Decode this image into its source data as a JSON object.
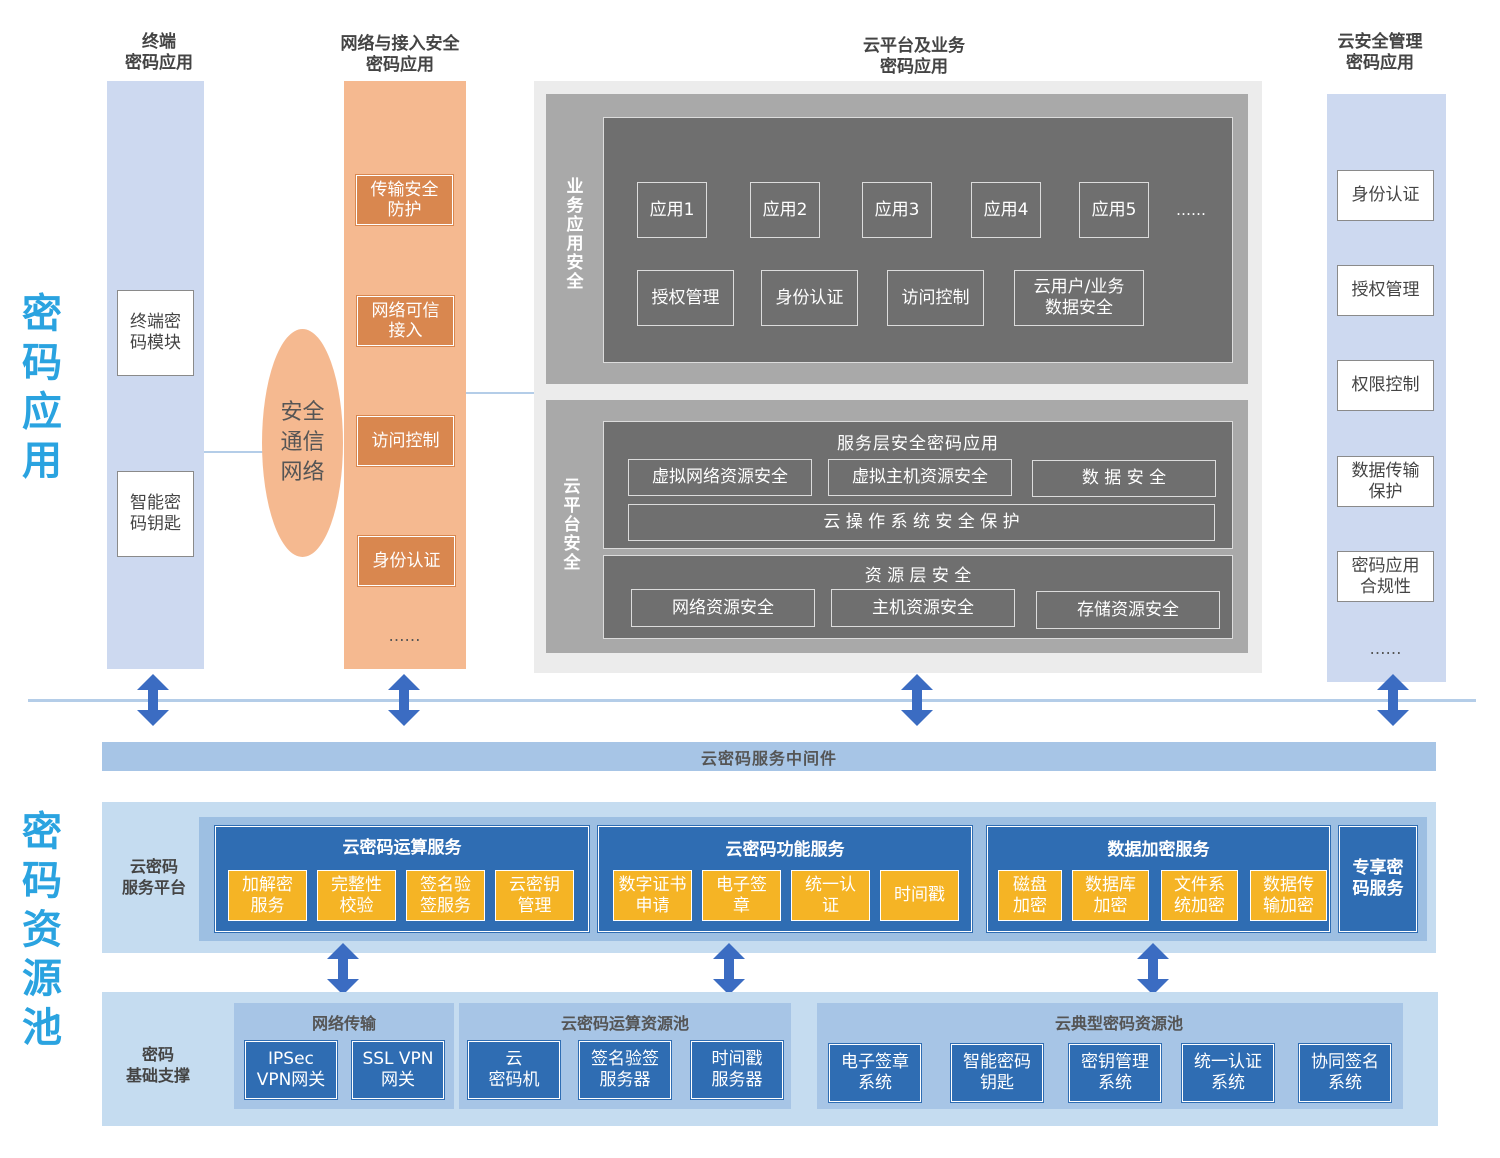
{
  "side_labels": {
    "top": "密\n码\n应\n用",
    "bottom": "密\n码\n资\n源\n池"
  },
  "columns": {
    "terminal": {
      "title": "终端\n密码应用",
      "items": [
        "终端密\n码模块",
        "智能密\n码钥匙"
      ]
    },
    "network": {
      "title": "网络与接入安全\n密码应用",
      "ellipse": "安全\n通信\n网络",
      "items": [
        "传输安全\n防护",
        "网络可信\n接入",
        "访问控制",
        "身份认证"
      ],
      "more": "……"
    },
    "cloud": {
      "title": "云平台及业务\n密码应用",
      "business": {
        "label": "业\n务\n应\n用\n安\n全",
        "apps": [
          "应用1",
          "应用2",
          "应用3",
          "应用4",
          "应用5"
        ],
        "apps_more": "……",
        "items": [
          "授权管理",
          "身份认证",
          "访问控制",
          "云用户/业务\n数据安全"
        ]
      },
      "platform": {
        "label": "云\n平\n台\n安\n全",
        "service_layer": {
          "title": "服务层安全密码应用",
          "items": [
            "虚拟网络资源安全",
            "虚拟主机资源安全",
            "数 据 安 全"
          ],
          "wide": "云 操 作 系 统 安 全 保 护"
        },
        "resource_layer": {
          "title": "资 源 层 安 全",
          "items": [
            "网络资源安全",
            "主机资源安全",
            "存储资源安全"
          ]
        }
      }
    },
    "mgmt": {
      "title": "云安全管理\n密码应用",
      "items": [
        "身份认证",
        "授权管理",
        "权限控制",
        "数据传输\n保护",
        "密码应用\n合规性"
      ],
      "more": "……"
    }
  },
  "middleware": "云密码服务中间件",
  "service_platform": {
    "label": "云密码\n服务平台",
    "groups": [
      {
        "title": "云密码运算服务",
        "items": [
          "加解密\n服务",
          "完整性\n校验",
          "签名验\n签服务",
          "云密钥\n管理"
        ]
      },
      {
        "title": "云密码功能服务",
        "items": [
          "数字证书\n申请",
          "电子签\n章",
          "统一认\n证",
          "时间戳"
        ]
      },
      {
        "title": "数据加密服务",
        "items": [
          "磁盘\n加密",
          "数据库\n加密",
          "文件系\n统加密",
          "数据传\n输加密"
        ]
      }
    ],
    "dedicated": "专享密\n码服务"
  },
  "infrastructure": {
    "label": "密码\n基础支撑",
    "groups": [
      {
        "title": "网络传输",
        "items": [
          "IPSec\nVPN网关",
          "SSL VPN\n网关"
        ]
      },
      {
        "title": "云密码运算资源池",
        "items": [
          "云\n密码机",
          "签名验签\n服务器",
          "时间戳\n服务器"
        ]
      },
      {
        "title": "云典型密码资源池",
        "items": [
          "电子签章\n系统",
          "智能密码\n钥匙",
          "密钥管理\n系统",
          "统一认证\n系统",
          "协同签名\n系统"
        ]
      }
    ]
  },
  "colors": {
    "side_label": "#2aa3e0",
    "light_blue_col": "#cdd9f0",
    "orange_col": "#f5b990",
    "orange_box": "#d9874f",
    "gray_outer": "#ececec",
    "gray_mid": "#a9a9a9",
    "gray_box": "#6f6f6f",
    "dark_blue": "#2f6db3",
    "yellow": "#f5b425",
    "pool_bg": "#c5dcf0",
    "arrow": "#3b6cc2"
  }
}
